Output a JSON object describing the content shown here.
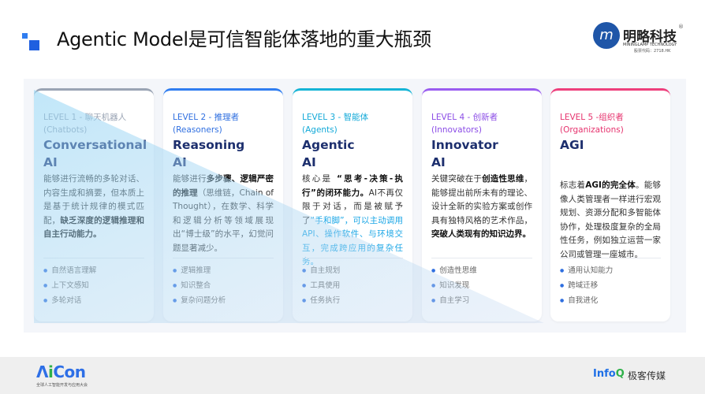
{
  "header": {
    "title": "Agentic Model是可信智能体落地的重大瓶颈"
  },
  "logo": {
    "name_cn": "明略科技",
    "name_en": "MININGLAMP TECHNOLOGY",
    "stock_code": "股票代码：2718.HK",
    "reg": "®"
  },
  "cards": [
    {
      "level": "LEVEL 1 - 聊天机器人",
      "level_en": "(Chatbots)",
      "name1": "Conversational",
      "name2": "AI",
      "color": "#9aa4b4",
      "border": "#9aa4b4",
      "desc_parts": [
        {
          "t": "能够进行流畅的多轮对话、内容生成和摘要，但本质上是基于统计规律的模式匹配，"
        },
        {
          "t": "缺乏深度的逻辑推理和自主行动能力。",
          "b": true
        }
      ],
      "features": [
        "自然语言理解",
        "上下文感知",
        "多轮对话"
      ]
    },
    {
      "level": "LEVEL 2 - 推理者",
      "level_en": "(Reasoners)",
      "name1": "Reasoning",
      "name2": "AI",
      "color": "#2f6fe0",
      "border": "#2f7df0",
      "desc_parts": [
        {
          "t": "能够进行"
        },
        {
          "t": "多步骤、逻辑严密的推理",
          "b": true
        },
        {
          "t": "（思维链，Chain of Thought），在数学、科学和逻辑分析等领域展现出“博士级”的水平，幻觉问题显著减少。"
        }
      ],
      "features": [
        "逻辑推理",
        "知识整合",
        "复杂问题分析"
      ]
    },
    {
      "level": "LEVEL 3 - 智能体",
      "level_en": "(Agents)",
      "name1": "Agentic",
      "name2": "AI",
      "color": "#13a9d8",
      "border": "#15b4d6",
      "desc_parts": [
        {
          "t": "核心是 "
        },
        {
          "t": "“思考-决策-执行”的闭环能力。",
          "b": true
        },
        {
          "t": "AI不再仅限于对话，而是被赋予了"
        },
        {
          "t": "“手和脚”，可以主动调用API、操作软件、与环境交互，完成跨应用的复杂任务。",
          "hl": true
        }
      ],
      "features": [
        "自主规划",
        "工具使用",
        "任务执行"
      ]
    },
    {
      "level": "LEVEL 4 - 创新者",
      "level_en": "(Innovators)",
      "name1": "Innovator",
      "name2": "AI",
      "color": "#8b4ce6",
      "border": "#9a5cf0",
      "desc_parts": [
        {
          "t": "关键突破在于"
        },
        {
          "t": "创造性思维",
          "b": true
        },
        {
          "t": "，能够提出前所未有的理论、设计全新的实验方案或创作具有独特风格的艺术作品，"
        },
        {
          "t": "突破人类现有的知识边界。",
          "b": true
        }
      ],
      "features": [
        "创造性思维",
        "知识发现",
        "自主学习"
      ]
    },
    {
      "level": "LEVEL 5 -组织者",
      "level_en": "(Organizations)",
      "name1": "AGI",
      "name2": "",
      "color": "#e6336e",
      "border": "#ee3f7c",
      "desc_parts": [
        {
          "t": "标志着"
        },
        {
          "t": "AGI的完全体",
          "b": true
        },
        {
          "t": "。能够像人类管理者一样进行宏观规划、资源分配和多智能体协作，处理极度复杂的全局性任务，例如独立运营一家公司或管理一座城市。"
        }
      ],
      "features": [
        "通用认知能力",
        "跨域迁移",
        "自我进化"
      ]
    }
  ],
  "footer": {
    "aicon_a": "Λ",
    "aicon_i": "i",
    "aicon_rest": "Con",
    "aicon_sub": "全球人工智能开发与应用大会",
    "infoq": "Info",
    "infoq_q": "Q",
    "infoq_cn": "极客传媒"
  }
}
